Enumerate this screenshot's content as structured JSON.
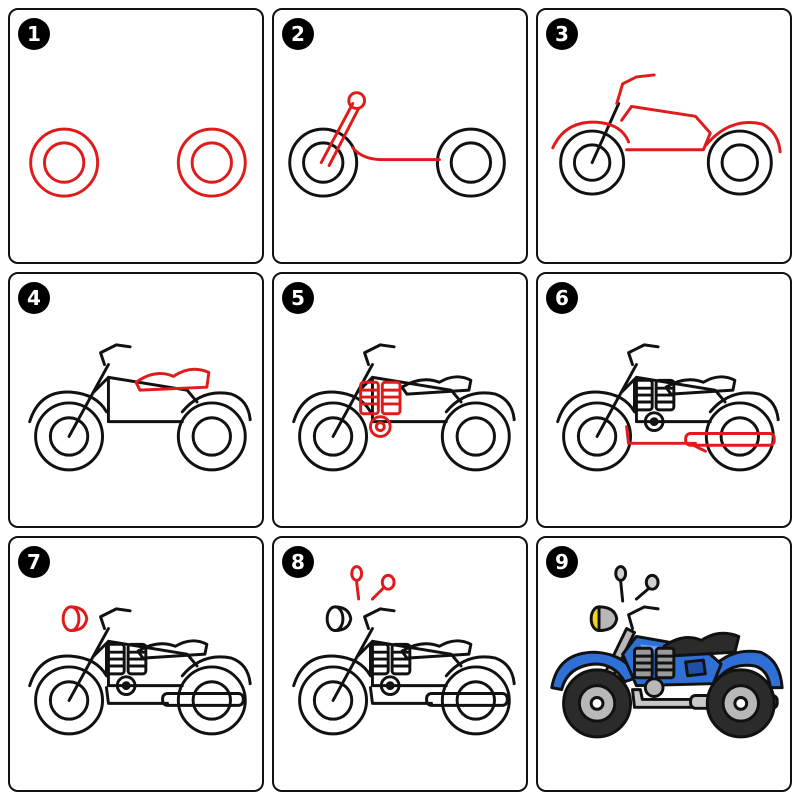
{
  "steps": [
    {
      "label": "1"
    },
    {
      "label": "2"
    },
    {
      "label": "3"
    },
    {
      "label": "4"
    },
    {
      "label": "5"
    },
    {
      "label": "6"
    },
    {
      "label": "7"
    },
    {
      "label": "8"
    },
    {
      "label": "9"
    }
  ],
  "colors": {
    "outline": "#111111",
    "highlight": "#e01b1b",
    "body_blue": "#2f6fd6",
    "seat": "#2b2b2b",
    "chrome": "#b8b8b8",
    "headlight": "#f2d21b"
  }
}
